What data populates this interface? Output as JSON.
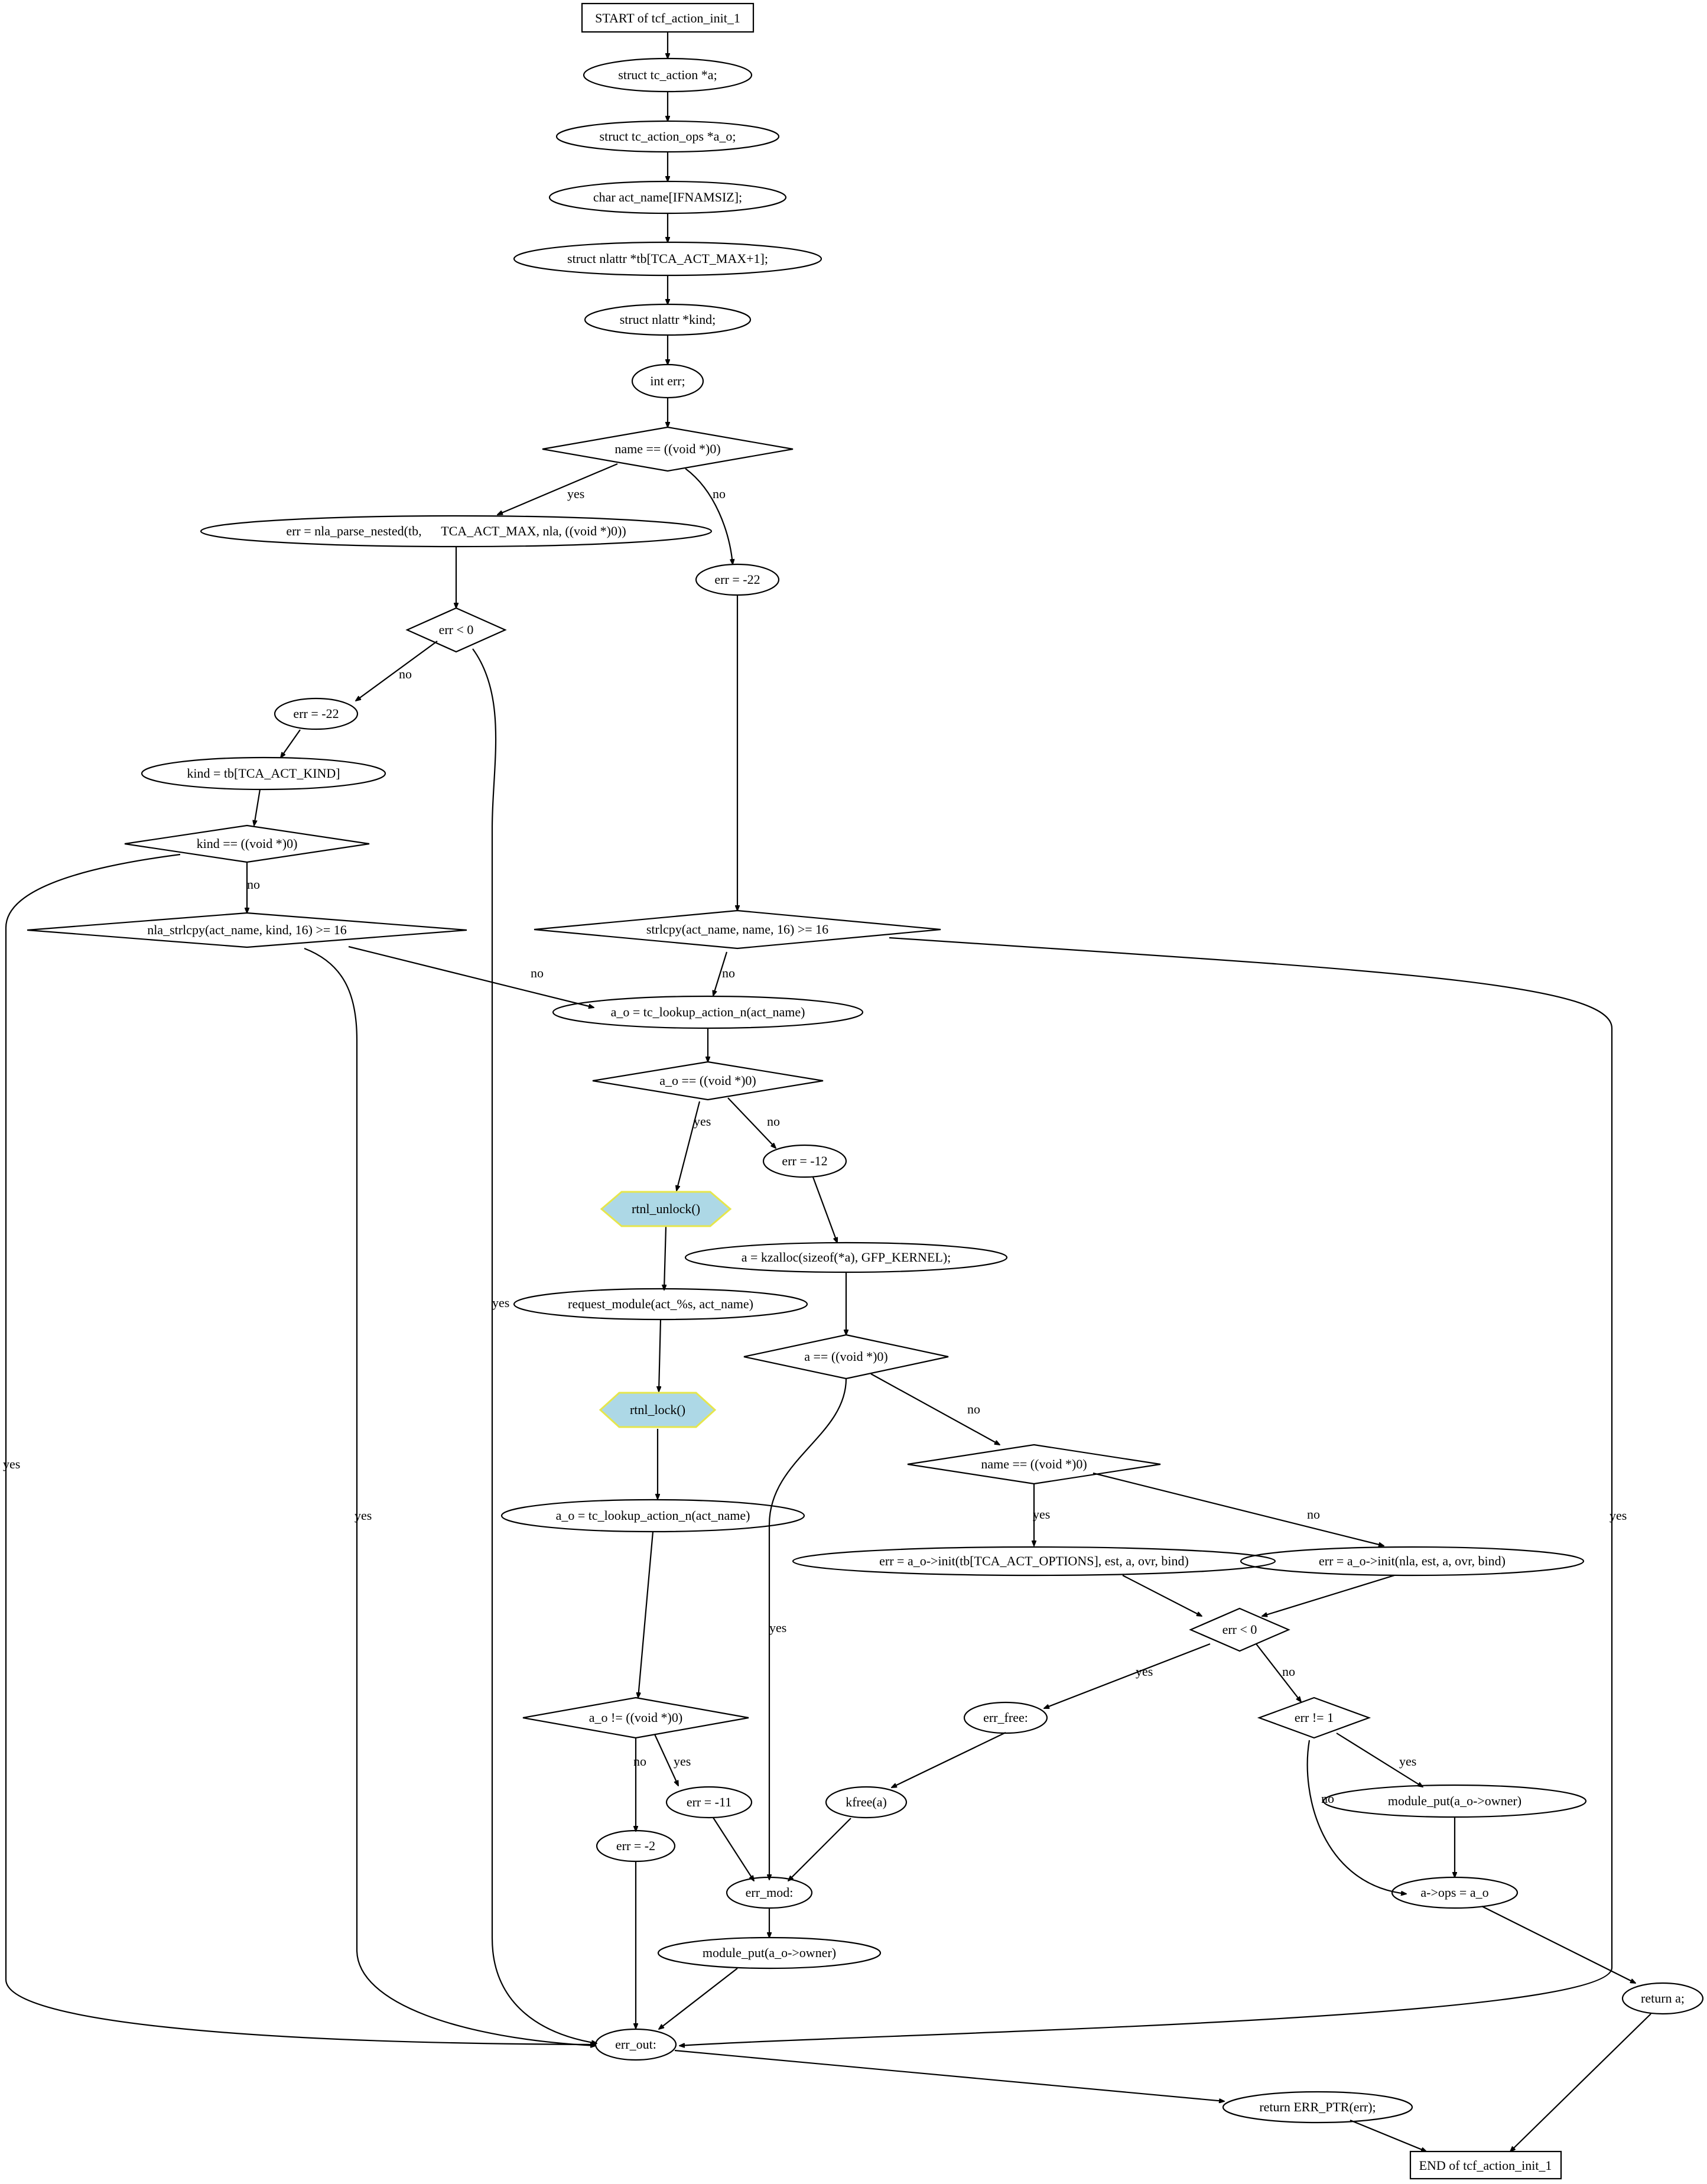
{
  "nodes": {
    "start": "START of tcf_action_init_1",
    "decl_a": "struct tc_action *a;",
    "decl_ops": "struct tc_action_ops *a_o;",
    "decl_name": "char act_name[IFNAMSIZ];",
    "decl_tb": "struct nlattr *tb[TCA_ACT_MAX+1];",
    "decl_kind": "struct nlattr *kind;",
    "decl_err": "int err;",
    "if_name_null": "name == ((void *)0)",
    "parse_nested": "err = nla_parse_nested(tb,      TCA_ACT_MAX, nla, ((void *)0))",
    "err_eq_22_right": "err = -22",
    "if_err_lt0_a": "err < 0",
    "err_eq_22_left": "err = -22",
    "kind_assign": "kind = tb[TCA_ACT_KIND]",
    "if_kind_null": "kind == ((void *)0)",
    "if_nla_strlcpy": "nla_strlcpy(act_name, kind, 16) >= 16",
    "if_strlcpy": "strlcpy(act_name, name, 16) >= 16",
    "lookup_1": "a_o = tc_lookup_action_n(act_name)",
    "if_ao_null": "a_o == ((void *)0)",
    "rtnl_unlock": "rtnl_unlock()",
    "err_eq_12": "err = -12",
    "kzalloc": "a = kzalloc(sizeof(*a), GFP_KERNEL);",
    "request_module": "request_module(act_%s, act_name)",
    "if_a_null": "a == ((void *)0)",
    "rtnl_lock": "rtnl_lock()",
    "if_name_null_2": "name == ((void *)0)",
    "lookup_2": "a_o = tc_lookup_action_n(act_name)",
    "init_options": "err = a_o->init(tb[TCA_ACT_OPTIONS], est, a, ovr, bind)",
    "init_nla": "err = a_o->init(nla, est, a, ovr, bind)",
    "if_err_lt0_b": "err < 0",
    "if_ao_notnull": "a_o != ((void *)0)",
    "err_free": "err_free:",
    "if_err_ne1": "err != 1",
    "err_eq_11": "err = -11",
    "kfree": "kfree(a)",
    "module_put_1": "module_put(a_o->owner)",
    "err_eq_2": "err = -2",
    "err_mod": "err_mod:",
    "ops_assign": "a->ops = a_o",
    "module_put_2": "module_put(a_o->owner)",
    "return_a": "return a;",
    "err_out": "err_out:",
    "return_err": "return ERR_PTR(err);",
    "end": "END of tcf_action_init_1"
  },
  "labels": {
    "yes": "yes",
    "no": "no"
  },
  "colors": {
    "highlight_fill": "#add8e6",
    "highlight_stroke": "#e6e64c",
    "line": "#000000"
  }
}
